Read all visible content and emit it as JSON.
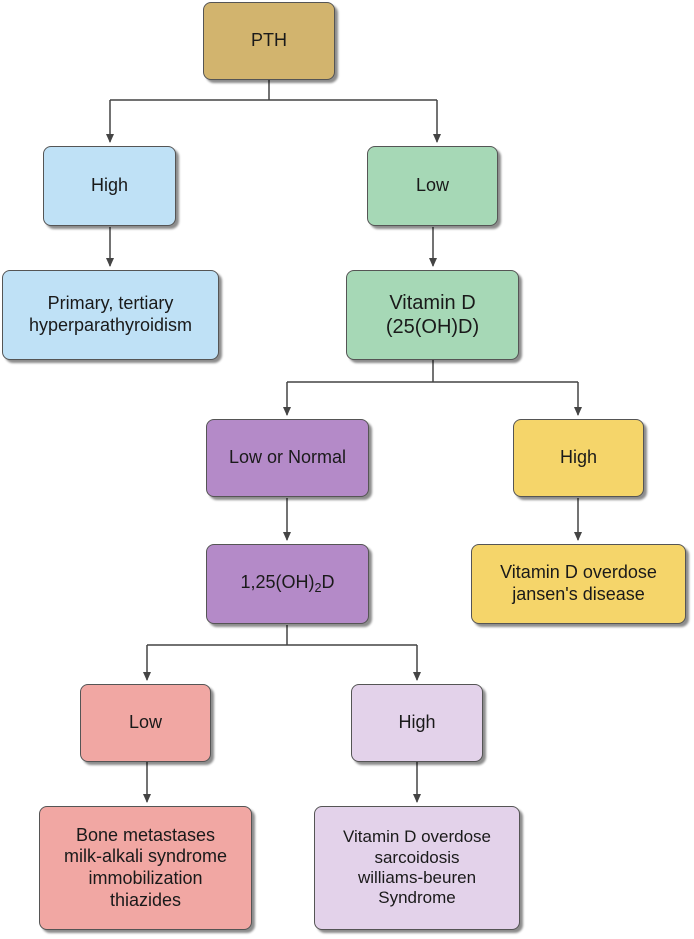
{
  "nodes": {
    "pth": {
      "lines": [
        "PTH"
      ],
      "color": "#d2b46e"
    },
    "pth_high": {
      "lines": [
        "High"
      ],
      "color": "#bfe1f6"
    },
    "pth_low": {
      "lines": [
        "Low"
      ],
      "color": "#a6d8b6"
    },
    "primary": {
      "lines": [
        "Primary, tertiary",
        "hyperparathyroidism"
      ],
      "color": "#bfe1f6"
    },
    "vitd": {
      "lines": [
        "Vitamin D",
        "(25(OH)D)"
      ],
      "color": "#a6d8b6"
    },
    "low_normal": {
      "lines": [
        "Low or Normal"
      ],
      "color": "#b48ac8"
    },
    "vitd_high": {
      "lines": [
        "High"
      ],
      "color": "#f5d56a"
    },
    "calcitriol": {
      "prefix": "1,25(OH)",
      "subscript": "2",
      "suffix": "D",
      "color": "#b48ac8"
    },
    "overdose_jansen": {
      "lines": [
        "Vitamin D overdose",
        "jansen's disease"
      ],
      "color": "#f5d56a"
    },
    "calc_low": {
      "lines": [
        "Low"
      ],
      "color": "#f1a7a3"
    },
    "calc_high": {
      "lines": [
        "High"
      ],
      "color": "#e3d2ea"
    },
    "bone": {
      "lines": [
        "Bone metastases",
        "milk-alkali syndrome",
        "immobilization",
        "thiazides"
      ],
      "color": "#f1a7a3"
    },
    "sarcoid": {
      "lines": [
        "Vitamin D overdose",
        "sarcoidosis",
        "williams-beuren",
        "Syndrome"
      ],
      "color": "#e3d2ea"
    }
  },
  "colors": {
    "connector": "#444444",
    "border": "#555555"
  }
}
